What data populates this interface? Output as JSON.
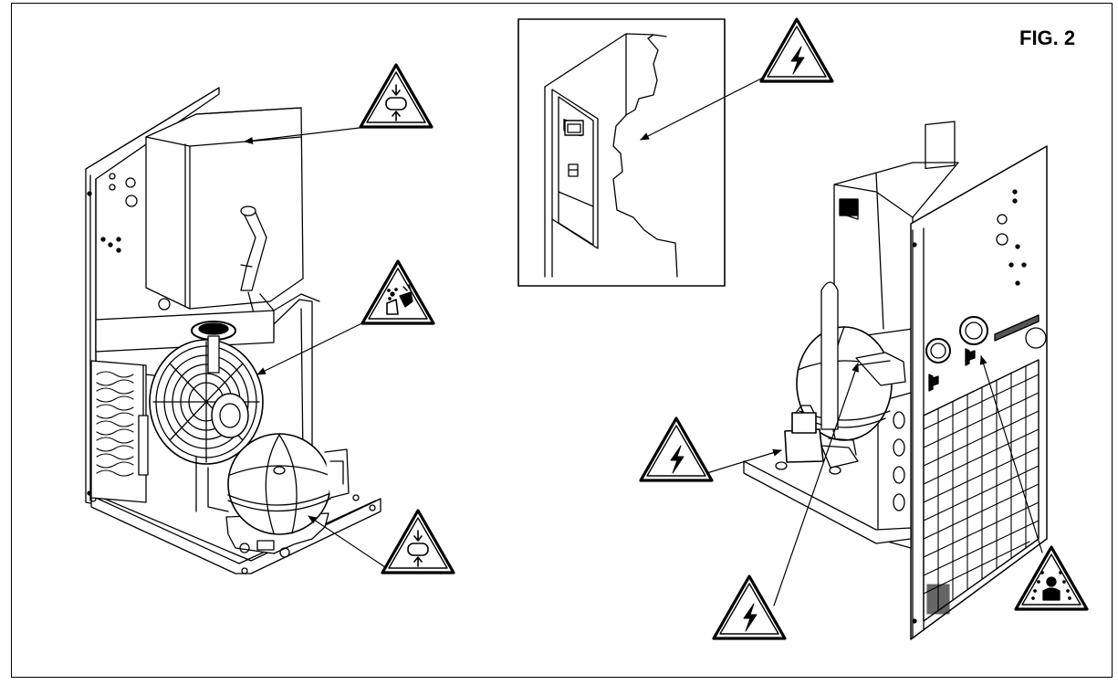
{
  "figure": {
    "label": "FIG. 2"
  },
  "colors": {
    "line": "#000000",
    "background": "#ffffff",
    "shade": "#bdbdbd"
  },
  "warning_signs": [
    {
      "id": "pressure-top",
      "symbol": "pressure-vessel-icon"
    },
    {
      "id": "fan",
      "symbol": "rotating-fan-hazard-icon"
    },
    {
      "id": "pressure-compressor",
      "symbol": "pressure-vessel-icon"
    },
    {
      "id": "electric-panel",
      "symbol": "electric-shock-icon"
    },
    {
      "id": "electric-left",
      "symbol": "electric-shock-icon"
    },
    {
      "id": "electric-bottom",
      "symbol": "electric-shock-icon"
    },
    {
      "id": "air-outlet",
      "symbol": "compressed-air-hazard-icon"
    }
  ]
}
